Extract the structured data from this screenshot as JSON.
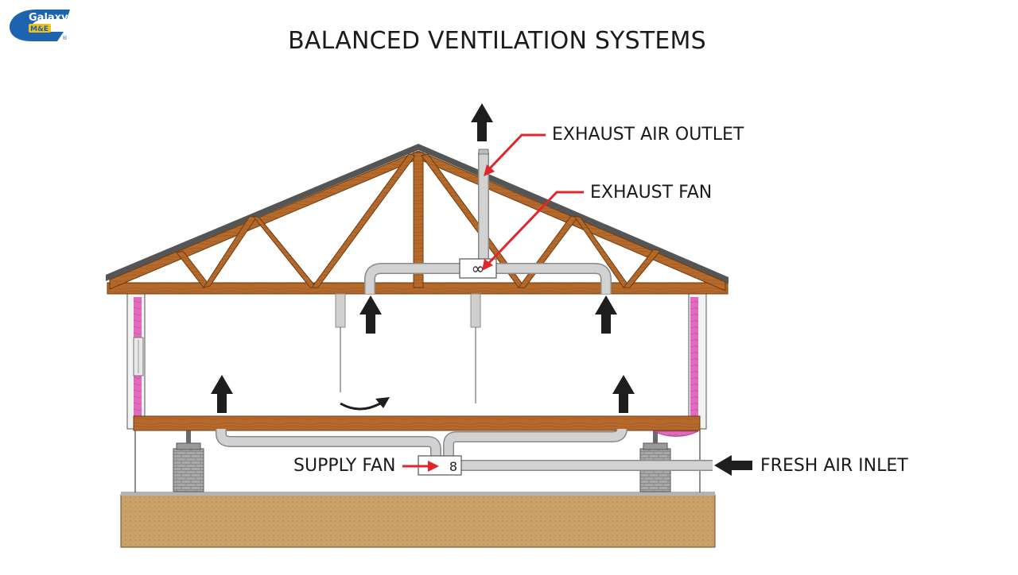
{
  "title": "BALANCED VENTILATION SYSTEMS",
  "logo": {
    "line1": "Galaxy",
    "line2": "M&E",
    "mark": "®"
  },
  "labels": {
    "exhaust_air_outlet": "EXHAUST AIR OUTLET",
    "exhaust_fan": "EXHAUST FAN",
    "supply_fan": "SUPPLY FAN",
    "fresh_air_inlet": "FRESH AIR INLET"
  },
  "fan_symbols": {
    "supply": "8",
    "exhaust": "∞"
  },
  "colors": {
    "wood": "#b5682a",
    "wood_dark": "#7a4214",
    "duct": "#cfcfcf",
    "duct_edge": "#8a8a8a",
    "insulation": "#e066b8",
    "ground": "#c9a26a",
    "pier": "#a8a8a8",
    "callout_red": "#e0262b",
    "arrow": "#1e1e1e",
    "logo_blue": "#1e63b0"
  }
}
